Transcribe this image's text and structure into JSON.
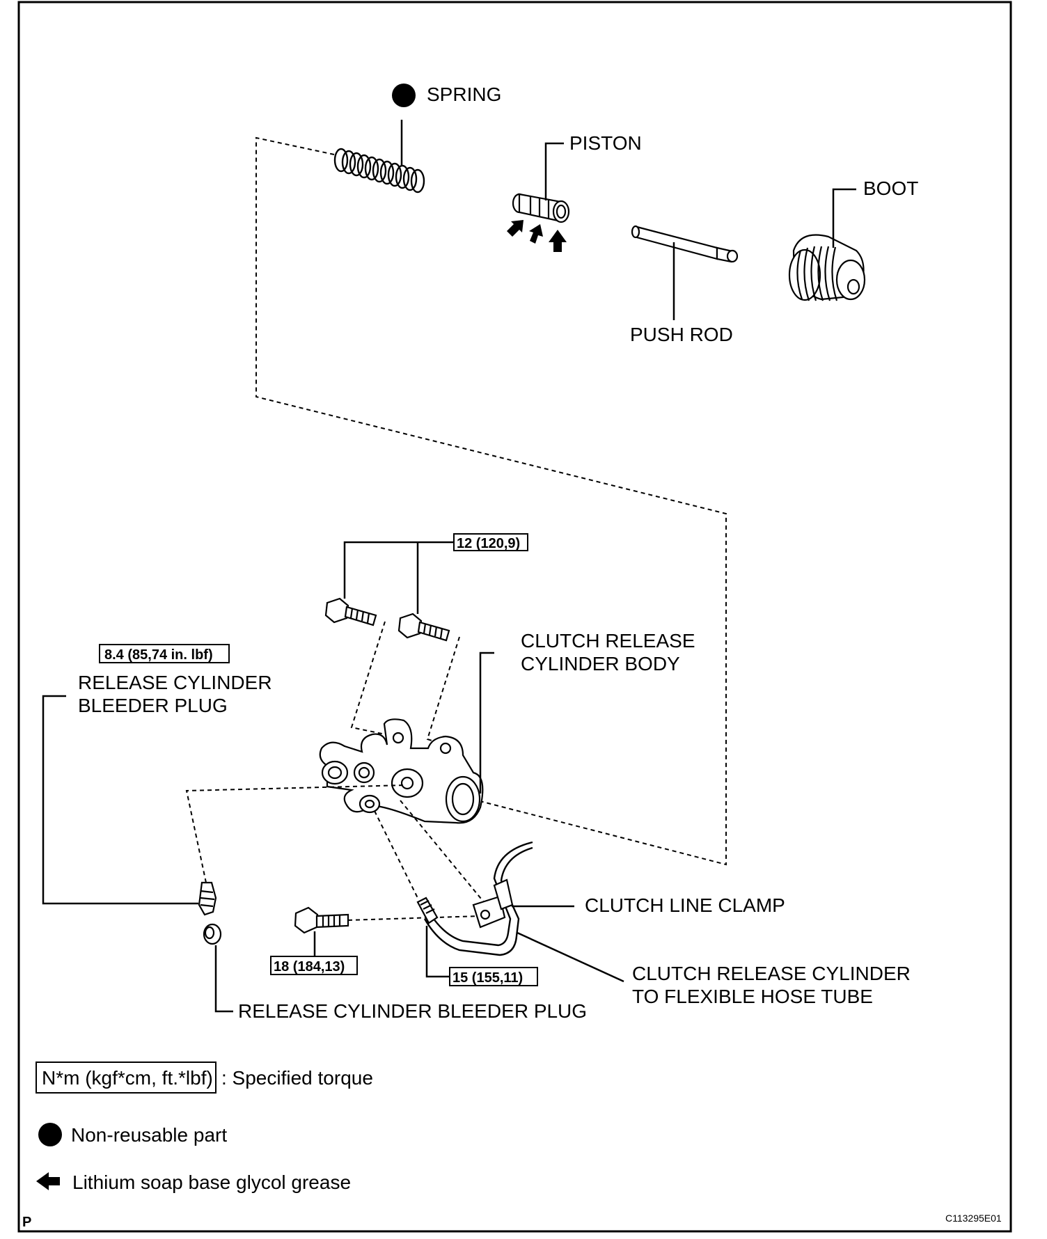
{
  "labels": {
    "spring": "SPRING",
    "piston": "PISTON",
    "boot": "BOOT",
    "push_rod": "PUSH ROD",
    "body_line1": "CLUTCH RELEASE",
    "body_line2": "CYLINDER BODY",
    "bleeder_top_line1": "RELEASE CYLINDER",
    "bleeder_top_line2": "BLEEDER PLUG",
    "clutch_line_clamp": "CLUTCH LINE CLAMP",
    "hose_tube_line1": "CLUTCH RELEASE CYLINDER",
    "hose_tube_line2": "TO FLEXIBLE HOSE TUBE",
    "bleeder_cap": "RELEASE CYLINDER BLEEDER PLUG"
  },
  "torques": {
    "body_bolts": "12 (120,9)",
    "bleeder_plug": "8.4 (85,74 in. lbf)",
    "clamp_bolt": "18 (184,13)",
    "tube_nut": "15 (155,11)"
  },
  "legend": {
    "torque_units": "N*m (kgf*cm, ft.*lbf)",
    "torque_desc": ": Specified torque",
    "non_reusable": "Non-reusable part",
    "grease": "Lithium soap base glycol grease"
  },
  "footer": {
    "corner_mark": "P",
    "figure_code": "C113295E01"
  }
}
